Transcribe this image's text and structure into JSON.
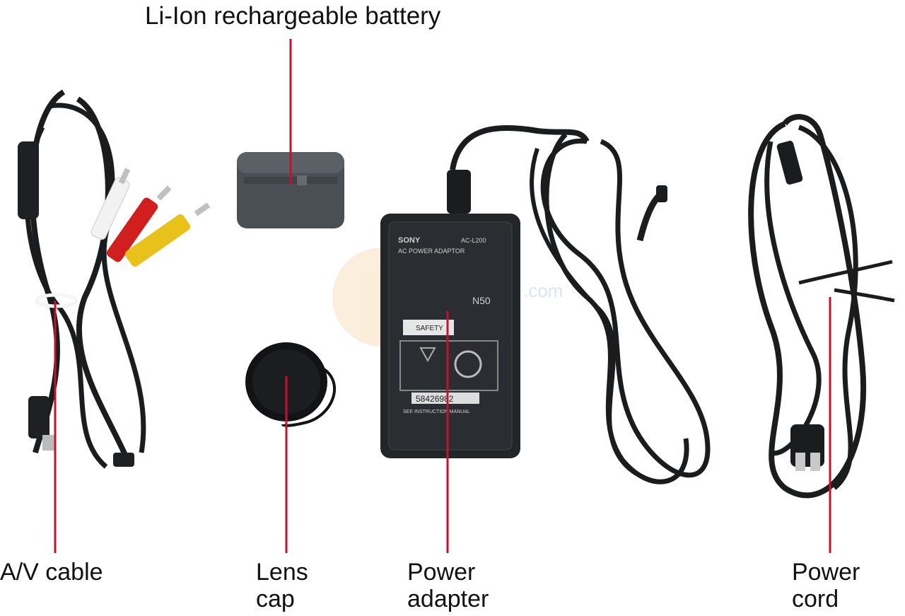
{
  "labels": {
    "battery": "Li-Ion rechargeable battery",
    "av_cable": "A/V cable",
    "lens_cap_line1": "Lens",
    "lens_cap_line2": "cap",
    "adapter_line1": "Power",
    "adapter_line2": "adapter",
    "cord_line1": "Power",
    "cord_line2": "cord"
  },
  "adapter_text": {
    "brand": "SONY",
    "model": "AC-L200",
    "title": "AC POWER ADAPTOR",
    "code": "N50",
    "serial": "58426982",
    "safety": "SAFETY",
    "footer": "SEE INSTRUCTION MANUAL"
  },
  "colors": {
    "leader_line": "#c8102e",
    "cable": "#1a1c1e",
    "rca_white": "#f2f2f2",
    "rca_red": "#d11f1f",
    "rca_yellow": "#e8c21a",
    "adapter_body": "#232629",
    "battery_body": "#4a4f55"
  }
}
